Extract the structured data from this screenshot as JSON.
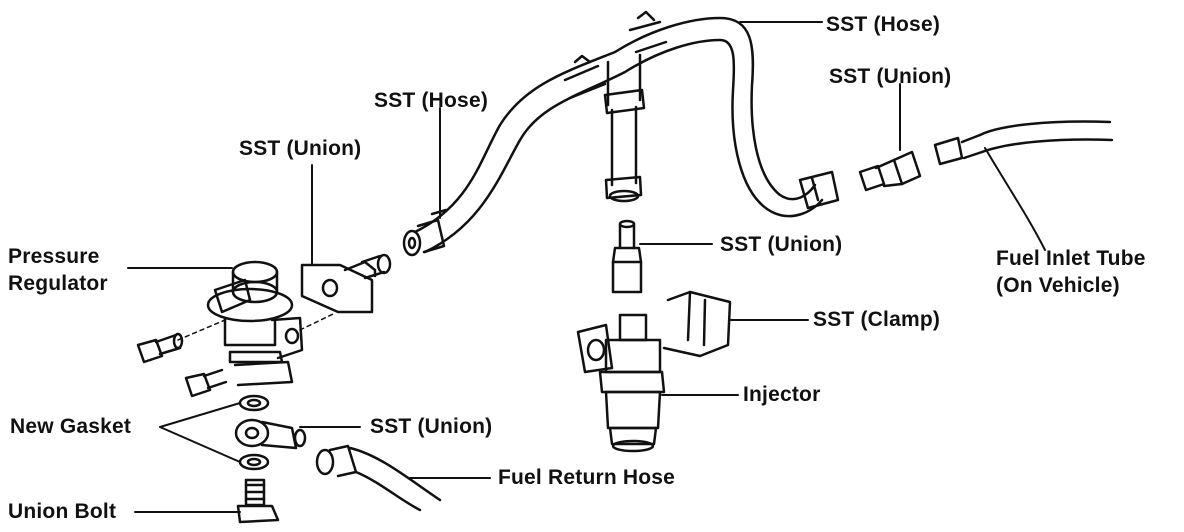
{
  "labels": {
    "sst_hose_top": "SST (Hose)",
    "sst_union_right": "SST (Union)",
    "sst_hose_left": "SST (Hose)",
    "sst_union_left": "SST (Union)",
    "pressure_regulator_1": "Pressure",
    "pressure_regulator_2": "Regulator",
    "sst_union_center": "SST (Union)",
    "fuel_inlet_1": "Fuel Inlet Tube",
    "fuel_inlet_2": "(On Vehicle)",
    "sst_clamp": "SST (Clamp)",
    "injector": "Injector",
    "new_gasket": "New Gasket",
    "sst_union_bottom": "SST (Union)",
    "fuel_return_hose": "Fuel Return Hose",
    "union_bolt": "Union Bolt"
  },
  "colors": {
    "ink": "#111111",
    "paper": "#ffffff"
  }
}
